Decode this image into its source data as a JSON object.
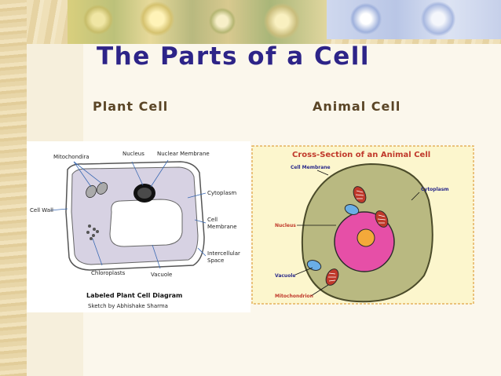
{
  "slide": {
    "title": "The Parts of a Cell",
    "plant_heading": "Plant Cell",
    "animal_heading": "Animal Cell"
  },
  "plant_diagram": {
    "labels": {
      "mitochondria": "Mitochondira",
      "nucleus": "Nucleus",
      "nuclear_membrane": "Nuclear Membrane",
      "cytoplasm": "Cytoplasm",
      "cell_wall": "Cell Wall",
      "cell_membrane_1": "Cell",
      "cell_membrane_2": "Membrane",
      "intercellular_1": "Intercellular",
      "intercellular_2": "Space",
      "chloroplasts": "Chloroplasts",
      "vacuole": "Vacuole"
    },
    "caption": "Labeled Plant Cell Diagram",
    "credit": "Sketch by Abhishake Sharma"
  },
  "animal_diagram": {
    "title": "Cross-Section of an Animal Cell",
    "labels": {
      "cell_membrane": "Cell Membrane",
      "cytoplasm": "Cytoplasm",
      "nucleus": "Nucleus",
      "vacuole": "Vacuole",
      "mitochondrion": "Mitochondrion"
    }
  },
  "colors": {
    "title": "#2d2488",
    "heading": "#5a4526",
    "animal_title": "#c0392b",
    "animal_label_blue": "#2a2a8a",
    "animal_label_red": "#c0392b",
    "cytoplasm_fill": "#b9b981",
    "nucleus_fill": "#e64fa7",
    "nucleolus_fill": "#f4a93a",
    "vacuole_fill": "#6aaee6",
    "mitochondrion_fill": "#c0392b"
  }
}
